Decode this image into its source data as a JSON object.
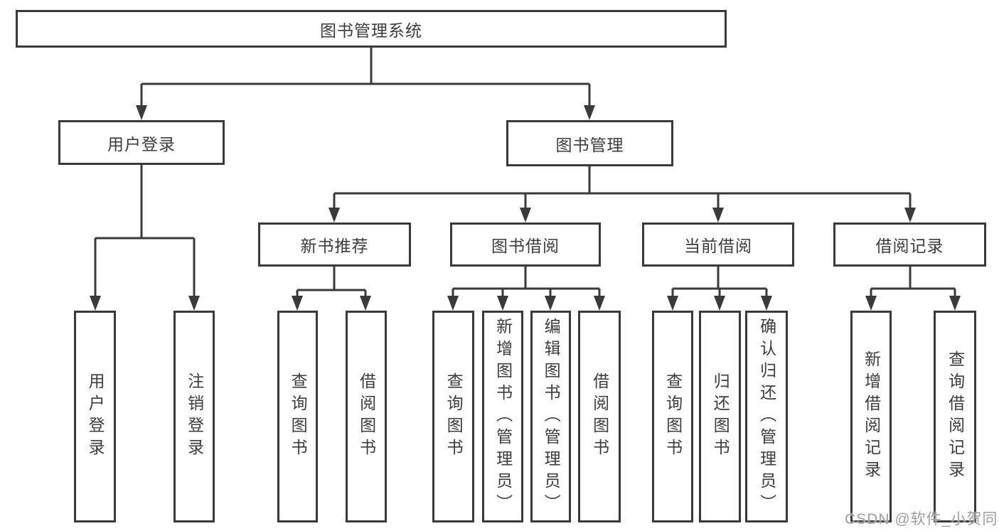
{
  "diagram": {
    "title": "图书管理系统",
    "branches": [
      {
        "label": "用户登录",
        "children": [
          {
            "label": "用户登录"
          },
          {
            "label": "注销登录"
          }
        ]
      },
      {
        "label": "图书管理",
        "sections": [
          {
            "label": "新书推荐",
            "children": [
              {
                "label": "查询图书"
              },
              {
                "label": "借阅图书"
              }
            ]
          },
          {
            "label": "图书借阅",
            "children": [
              {
                "label": "查询图书"
              },
              {
                "label": "新增图书（管理员）"
              },
              {
                "label": "编辑图书（管理员）"
              },
              {
                "label": "借阅图书"
              }
            ]
          },
          {
            "label": "当前借阅",
            "children": [
              {
                "label": "查询图书"
              },
              {
                "label": "归还图书"
              },
              {
                "label": "确认归还（管理员）"
              }
            ]
          },
          {
            "label": "借阅记录",
            "children": [
              {
                "label": "新增借阅记录"
              },
              {
                "label": "查询借阅记录"
              }
            ]
          }
        ]
      }
    ]
  },
  "watermark": {
    "text": "CSDN @软件_小贺同学"
  },
  "colors": {
    "line": "#3a3a3a",
    "text": "#3c3c3c",
    "watermark": "#9e9e9e",
    "background": "#ffffff"
  }
}
